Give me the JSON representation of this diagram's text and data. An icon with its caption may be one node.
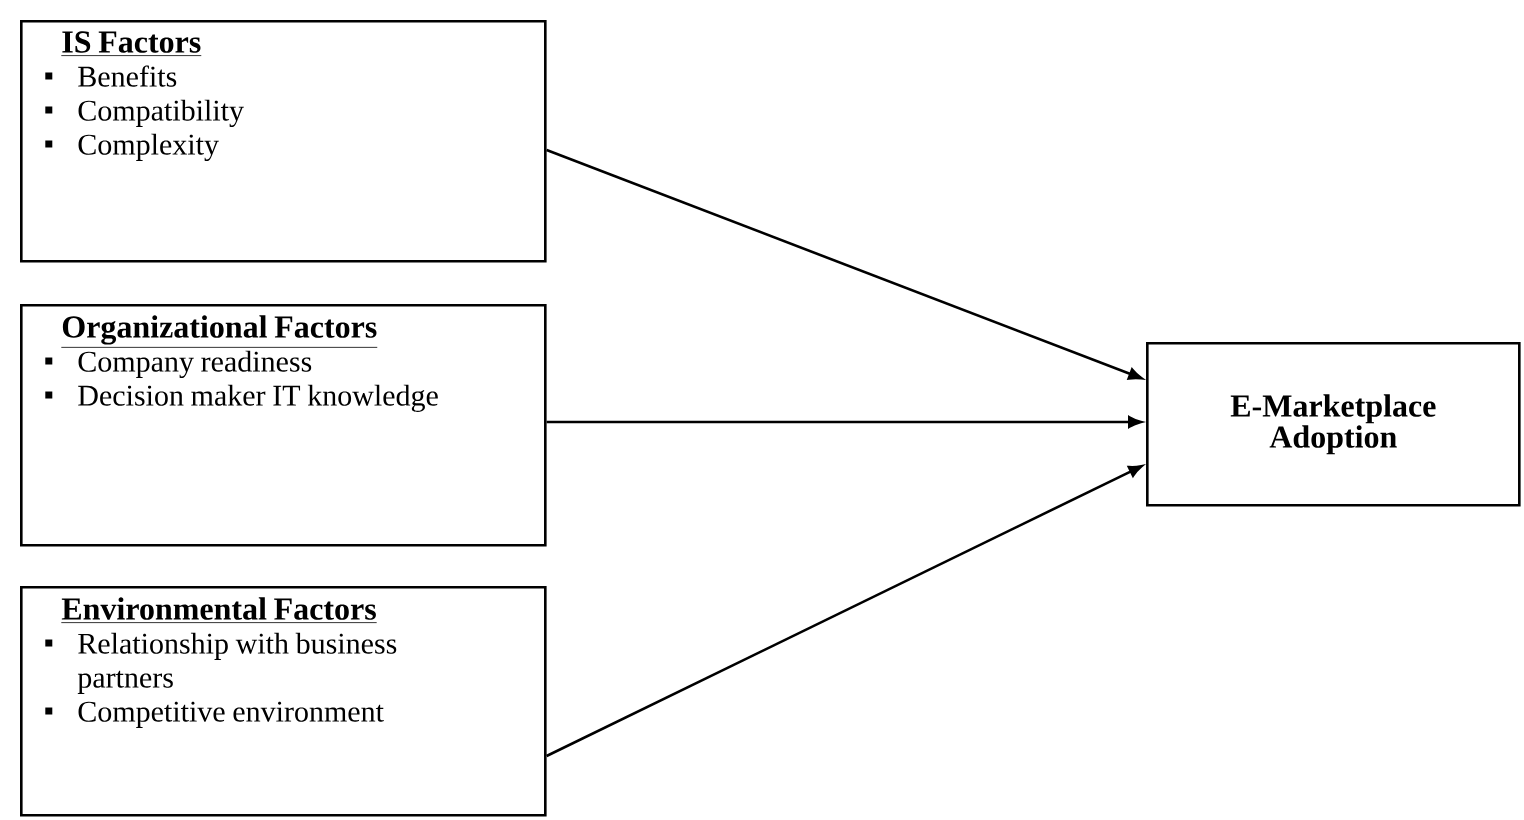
{
  "diagram": {
    "nodes": [
      {
        "text": [
          "IS Factors",
          "Benefits",
          "Compatibility",
          "Complexity"
        ]
      },
      {
        "text": [
          "Organizational Factors",
          "Company readiness",
          "Decision maker IT knowledge"
        ]
      },
      {
        "text": [
          "Environmental Factors",
          "Relationship with business partners",
          "Competitive environment"
        ]
      },
      {
        "text": [
          "E-Marketplace Adoption"
        ]
      }
    ],
    "edges": [
      {
        "from": 0,
        "to": 3,
        "arrow": "to"
      },
      {
        "from": 1,
        "to": 3,
        "arrow": "to"
      },
      {
        "from": 2,
        "to": 3,
        "arrow": "to"
      }
    ]
  }
}
